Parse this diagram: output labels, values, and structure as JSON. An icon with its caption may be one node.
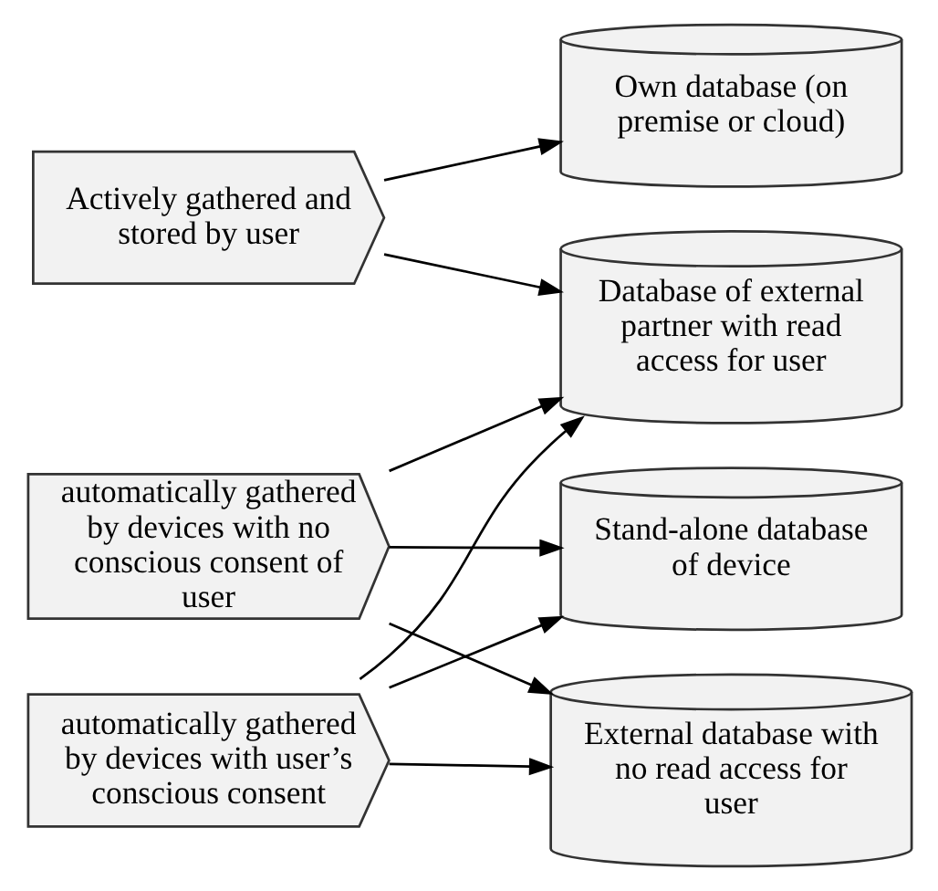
{
  "diagram": {
    "nodes": [
      {
        "text": [
          "Actively gathered and stored by user"
        ]
      },
      {
        "text": [
          "automatically gathered by devices with user’s conscious consent"
        ]
      },
      {
        "text": [
          "automatically gathered by devices with no conscious consent of user"
        ]
      },
      {
        "text": [
          "Own database (on premise or cloud)"
        ]
      },
      {
        "text": [
          "Stand-alone database of device"
        ]
      },
      {
        "text": [
          "Database of external partner with read access for user"
        ]
      },
      {
        "text": [
          "External database with no read access for user"
        ]
      }
    ],
    "edges": [
      {
        "from": 0,
        "to": 3,
        "arrow": "to"
      },
      {
        "from": 0,
        "to": 5,
        "arrow": "to"
      },
      {
        "from": 1,
        "to": 4,
        "arrow": "to"
      },
      {
        "from": 1,
        "to": 5,
        "arrow": "to"
      },
      {
        "from": 1,
        "to": 6,
        "arrow": "to"
      },
      {
        "from": 2,
        "to": 4,
        "arrow": "to"
      },
      {
        "from": 2,
        "to": 5,
        "arrow": "to"
      },
      {
        "from": 2,
        "to": 6,
        "arrow": "to"
      }
    ]
  }
}
